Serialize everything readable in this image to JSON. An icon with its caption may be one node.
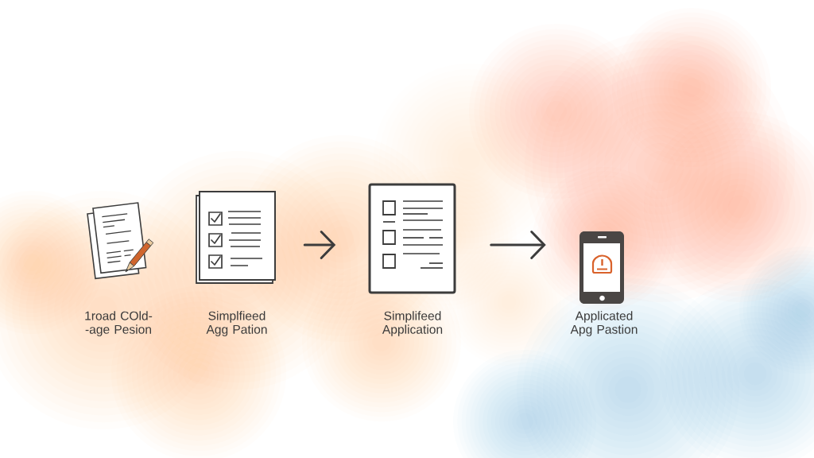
{
  "diagram": {
    "nodes": [
      {
        "text": [
          "1road COld- -age Pesion"
        ]
      },
      {
        "text": [
          "Simplfieed Agg Pation"
        ]
      },
      {
        "text": [
          "Simplifeed Application"
        ]
      },
      {
        "text": [
          "Applicated Apg Pastion"
        ]
      }
    ],
    "edges": [
      {
        "from": 1,
        "to": 2,
        "arrow": "to"
      },
      {
        "from": 2,
        "to": 3,
        "arrow": "to"
      }
    ]
  }
}
